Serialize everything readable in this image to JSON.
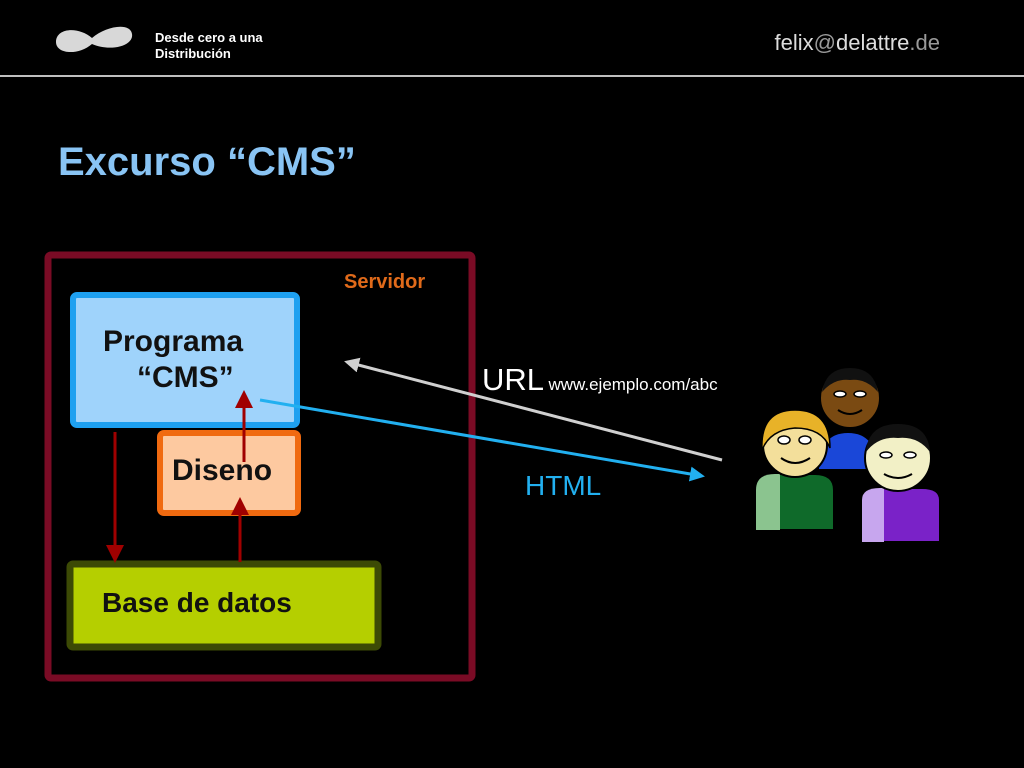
{
  "header": {
    "subtitle_line1": "Desde cero a una",
    "subtitle_line2": "Distribución",
    "email_user": "felix",
    "email_at": "@",
    "email_domain": "delattre",
    "email_tld": ".de"
  },
  "title": "Excurso “CMS”",
  "diagram": {
    "server_label": "Servidor",
    "program_line1": "Programa",
    "program_line2": "“CMS”",
    "design_label": "Diseno",
    "database_label": "Base de datos",
    "url_label": "URL",
    "url_value": "www.ejemplo.com/abc",
    "html_label": "HTML",
    "users_icon": "users-group-icon"
  },
  "colors": {
    "title": "#89c4f4",
    "server_border": "#7a0b25",
    "program_fill": "#9fd3fb",
    "program_border": "#1ea0f0",
    "design_fill": "#fdc9a0",
    "design_border": "#f06a10",
    "database_fill": "#b5cf00",
    "database_border": "#3c4a05",
    "arrow_dark": "#a00000",
    "arrow_html": "#22b0f0",
    "arrow_url": "#d0d0d0"
  }
}
